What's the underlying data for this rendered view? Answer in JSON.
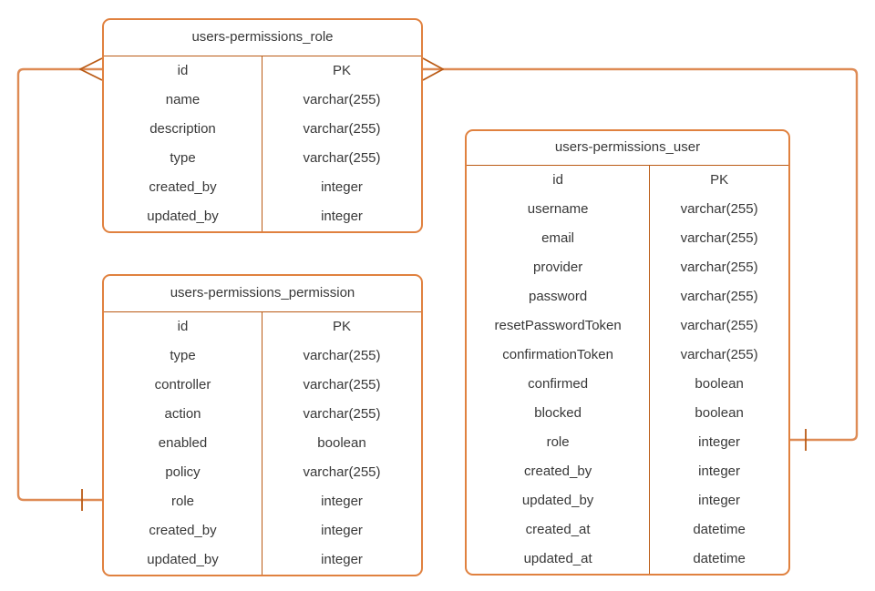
{
  "colors": {
    "table_border": "#E0813F",
    "line": "#DE8B55",
    "accent_dark": "#BA5A14",
    "text": "#383838",
    "background": "#FFFFFF"
  },
  "tables": [
    {
      "key": "role",
      "title": "users-permissions_role",
      "fields": [
        {
          "name": "id",
          "type": "PK"
        },
        {
          "name": "name",
          "type": "varchar(255)"
        },
        {
          "name": "description",
          "type": "varchar(255)"
        },
        {
          "name": "type",
          "type": "varchar(255)"
        },
        {
          "name": "created_by",
          "type": "integer"
        },
        {
          "name": "updated_by",
          "type": "integer"
        }
      ]
    },
    {
      "key": "permission",
      "title": "users-permissions_permission",
      "fields": [
        {
          "name": "id",
          "type": "PK"
        },
        {
          "name": "type",
          "type": "varchar(255)"
        },
        {
          "name": "controller",
          "type": "varchar(255)"
        },
        {
          "name": "action",
          "type": "varchar(255)"
        },
        {
          "name": "enabled",
          "type": "boolean"
        },
        {
          "name": "policy",
          "type": "varchar(255)"
        },
        {
          "name": "role",
          "type": "integer"
        },
        {
          "name": "created_by",
          "type": "integer"
        },
        {
          "name": "updated_by",
          "type": "integer"
        }
      ]
    },
    {
      "key": "user",
      "title": "users-permissions_user",
      "fields": [
        {
          "name": "id",
          "type": "PK"
        },
        {
          "name": "username",
          "type": "varchar(255)"
        },
        {
          "name": "email",
          "type": "varchar(255)"
        },
        {
          "name": "provider",
          "type": "varchar(255)"
        },
        {
          "name": "password",
          "type": "varchar(255)"
        },
        {
          "name": "resetPasswordToken",
          "type": "varchar(255)"
        },
        {
          "name": "confirmationToken",
          "type": "varchar(255)"
        },
        {
          "name": "confirmed",
          "type": "boolean"
        },
        {
          "name": "blocked",
          "type": "boolean"
        },
        {
          "name": "role",
          "type": "integer"
        },
        {
          "name": "created_by",
          "type": "integer"
        },
        {
          "name": "updated_by",
          "type": "integer"
        },
        {
          "name": "created_at",
          "type": "datetime"
        },
        {
          "name": "updated_at",
          "type": "datetime"
        }
      ]
    }
  ],
  "relationships": [
    {
      "name": "role-permission",
      "crow_foot_end": "users-permissions_role.id",
      "single_tick_end": "users-permissions_permission.role"
    },
    {
      "name": "role-user",
      "crow_foot_end": "users-permissions_role.id",
      "single_tick_end": "users-permissions_user.role"
    }
  ]
}
